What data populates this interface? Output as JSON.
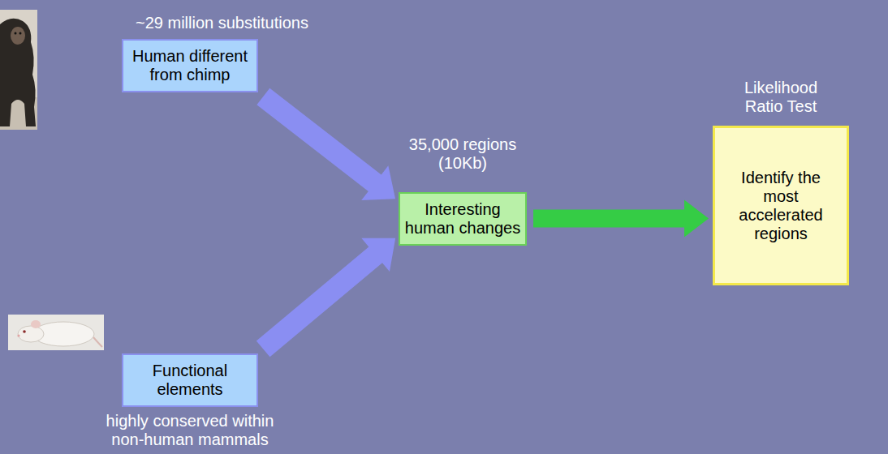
{
  "diagram": {
    "nodes": [
      {
        "text": [
          "~29 million substitutions",
          "Human different from chimp"
        ]
      },
      {
        "text": [
          "Functional elements",
          "highly conserved within non-human mammals"
        ]
      },
      {
        "text": [
          "35,000 regions (10Kb)",
          "Interesting human changes"
        ]
      },
      {
        "text": [
          "Likelihood Ratio Test",
          "Identify the most accelerated regions"
        ]
      }
    ],
    "edges": [
      {
        "from": 0,
        "to": 2,
        "arrow": "to"
      },
      {
        "from": 1,
        "to": 2,
        "arrow": "to"
      },
      {
        "from": 2,
        "to": 3,
        "arrow": "to"
      }
    ]
  }
}
